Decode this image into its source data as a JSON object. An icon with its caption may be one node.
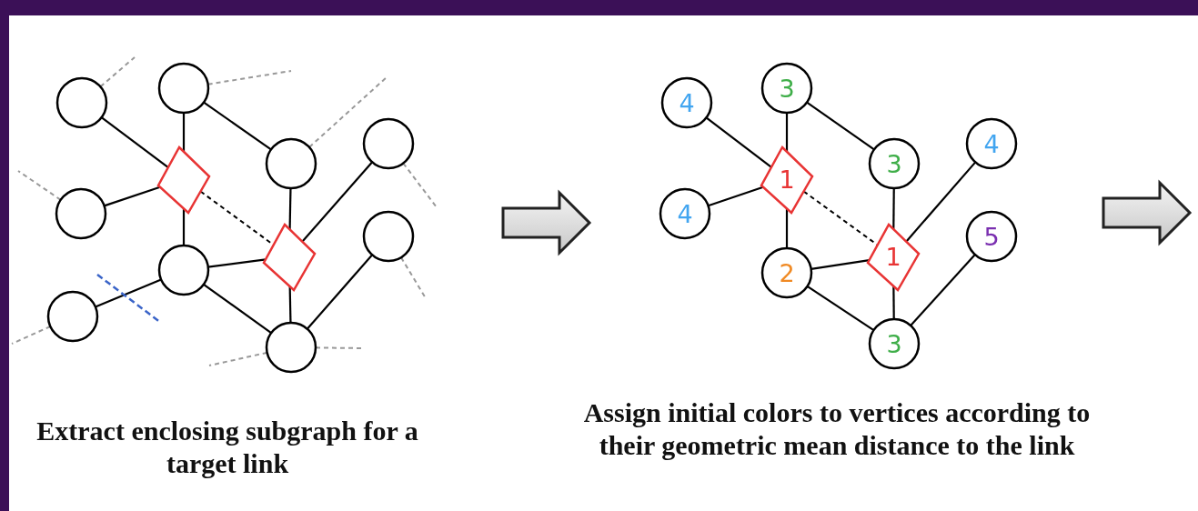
{
  "diagram": {
    "nodes": [
      {
        "text": [],
        "shape": "circle"
      },
      {
        "text": [],
        "shape": "circle"
      },
      {
        "text": [],
        "shape": "circle"
      },
      {
        "text": [],
        "shape": "circle"
      },
      {
        "text": [],
        "shape": "diamond"
      },
      {
        "text": [],
        "shape": "circle"
      },
      {
        "text": [],
        "shape": "diamond"
      },
      {
        "text": [],
        "shape": "circle"
      },
      {
        "text": [],
        "shape": "circle"
      },
      {
        "text": [],
        "shape": "circle"
      },
      {
        "text": [],
        "shape": "circle"
      },
      {
        "text": [
          "4"
        ]
      },
      {
        "text": [
          "3"
        ]
      },
      {
        "text": [
          "3"
        ]
      },
      {
        "text": [
          "4"
        ]
      },
      {
        "text": [
          "1"
        ]
      },
      {
        "text": [
          "4"
        ]
      },
      {
        "text": [
          "1"
        ]
      },
      {
        "text": [
          "2"
        ]
      },
      {
        "text": [
          "5"
        ]
      },
      {
        "text": [
          "3"
        ]
      }
    ],
    "edges": [
      {
        "from": 0,
        "to": 4,
        "arrow": "none"
      },
      {
        "from": 1,
        "to": 4,
        "arrow": "none"
      },
      {
        "from": 5,
        "to": 4,
        "arrow": "none"
      },
      {
        "from": 4,
        "to": 8,
        "arrow": "none"
      },
      {
        "from": 4,
        "to": 6,
        "arrow": "none",
        "style": "dashed"
      },
      {
        "from": 1,
        "to": 2,
        "arrow": "none"
      },
      {
        "from": 2,
        "to": 6,
        "arrow": "none"
      },
      {
        "from": 6,
        "to": 3,
        "arrow": "none"
      },
      {
        "from": 8,
        "to": 6,
        "arrow": "none"
      },
      {
        "from": 8,
        "to": 10,
        "arrow": "none"
      },
      {
        "from": 6,
        "to": 10,
        "arrow": "none"
      },
      {
        "from": 10,
        "to": 7,
        "arrow": "none"
      },
      {
        "from": 9,
        "to": 8,
        "arrow": "none"
      },
      {
        "from": 0,
        "to": null,
        "arrow": "none",
        "style": "dashed",
        "color": "#999999"
      },
      {
        "from": 1,
        "to": null,
        "arrow": "none",
        "style": "dashed",
        "color": "#999999"
      },
      {
        "from": 2,
        "to": null,
        "arrow": "none",
        "style": "dashed",
        "color": "#999999"
      },
      {
        "from": 5,
        "to": null,
        "arrow": "none",
        "style": "dashed",
        "color": "#999999"
      },
      {
        "from": 3,
        "to": null,
        "arrow": "none",
        "style": "dashed",
        "color": "#999999"
      },
      {
        "from": 7,
        "to": null,
        "arrow": "none",
        "style": "dashed",
        "color": "#999999"
      },
      {
        "from": 9,
        "to": null,
        "arrow": "none",
        "style": "dashed",
        "color": "#999999"
      },
      {
        "from": 10,
        "to": null,
        "arrow": "none",
        "style": "dashed",
        "color": "#999999"
      },
      {
        "from": 10,
        "to": null,
        "arrow": "none",
        "style": "dashed",
        "color": "#999999"
      },
      {
        "from": 11,
        "to": 15,
        "arrow": "none"
      },
      {
        "from": 12,
        "to": 15,
        "arrow": "none"
      },
      {
        "from": 16,
        "to": 15,
        "arrow": "none"
      },
      {
        "from": 15,
        "to": 18,
        "arrow": "none"
      },
      {
        "from": 15,
        "to": 17,
        "arrow": "none",
        "style": "dashed"
      },
      {
        "from": 12,
        "to": 13,
        "arrow": "none"
      },
      {
        "from": 13,
        "to": 17,
        "arrow": "none"
      },
      {
        "from": 17,
        "to": 14,
        "arrow": "none"
      },
      {
        "from": 18,
        "to": 17,
        "arrow": "none"
      },
      {
        "from": 18,
        "to": 20,
        "arrow": "none"
      },
      {
        "from": 17,
        "to": 20,
        "arrow": "none"
      },
      {
        "from": 20,
        "to": 19,
        "arrow": "none"
      }
    ],
    "labels": [
      "Extract enclosing subgraph for a target link",
      "Assign initial colors to vertices according to their geometric mean distance to the link"
    ]
  }
}
